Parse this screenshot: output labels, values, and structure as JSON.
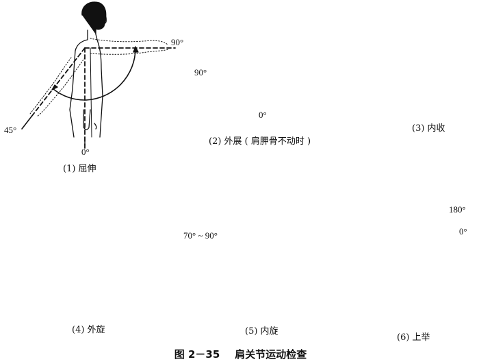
{
  "figure": {
    "number": "图 2－35",
    "title": "肩关节运动检查"
  },
  "panels": [
    {
      "id": 1,
      "label": "(1) 屈伸",
      "angles": [
        "90°",
        "45°",
        "0°"
      ]
    },
    {
      "id": 2,
      "label": "(2) 外展 ( 肩胛骨不动时 )",
      "angles": [
        "90°",
        "0°"
      ]
    },
    {
      "id": 3,
      "label": "(3) 内收",
      "angles": []
    },
    {
      "id": 4,
      "label": "(4) 外旋",
      "angles": []
    },
    {
      "id": 5,
      "label": "(5) 内旋",
      "angles": [
        "70° ~ 90°"
      ]
    },
    {
      "id": 6,
      "label": "(6) 上举",
      "angles": [
        "180°",
        "0°"
      ]
    }
  ]
}
